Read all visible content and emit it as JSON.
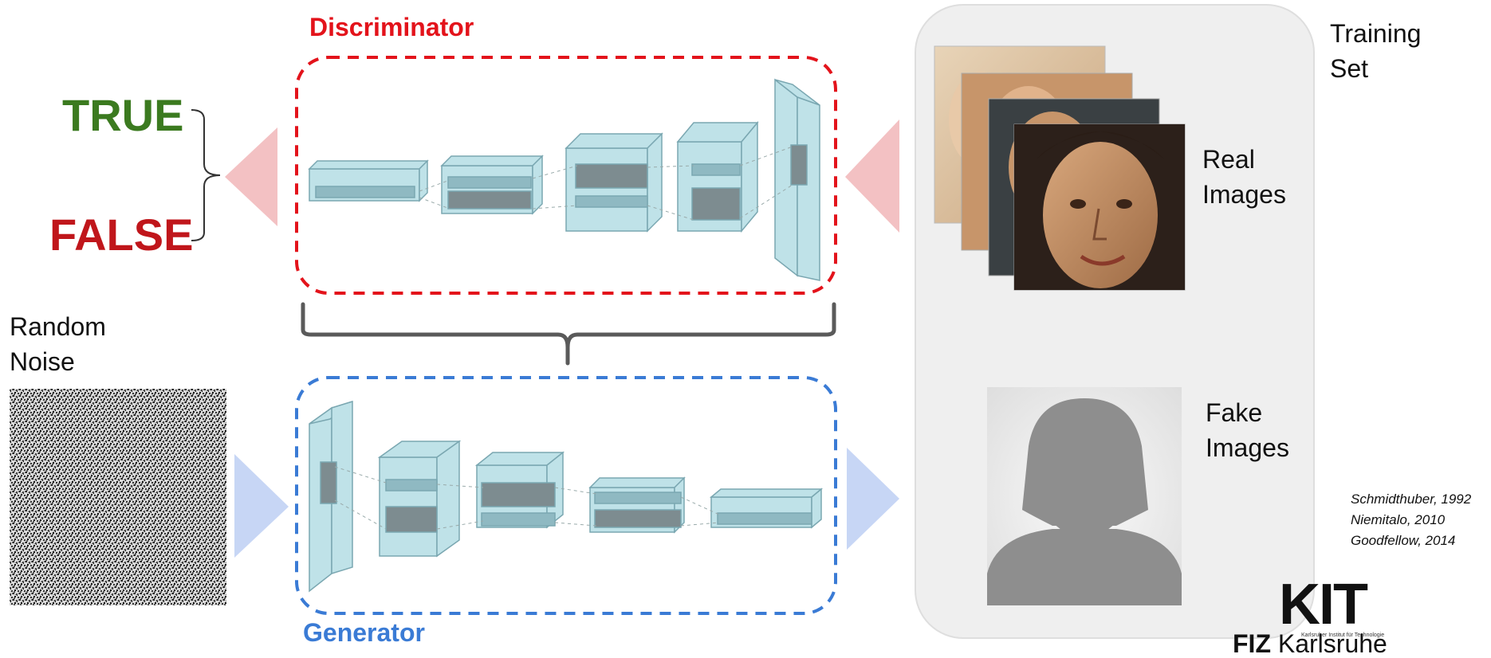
{
  "labels": {
    "true": "TRUE",
    "false": "FALSE",
    "discriminator": "Discriminator",
    "generator": "Generator",
    "random_noise": [
      "Random",
      "Noise"
    ],
    "training_set": [
      "Training",
      "Set"
    ],
    "real_images": [
      "Real",
      "Images"
    ],
    "fake_images": [
      "Fake",
      "Images"
    ]
  },
  "citations": [
    "Schmidthuber, 1992",
    "Niemitalo, 2010",
    "Goodfellow, 2014"
  ],
  "logo": {
    "kit": "KIT",
    "kit_subtitle": "Karlsruher Institut für Technologie",
    "fiz_bold": "FIZ",
    "fiz_rest": "Karlsruhe"
  },
  "colors": {
    "discriminator": "#e3131b",
    "generator": "#3a7bd5",
    "true": "#3b7a1f",
    "false": "#c0161b",
    "layer_fill": "#b9dde3",
    "panel": "#efefef"
  }
}
